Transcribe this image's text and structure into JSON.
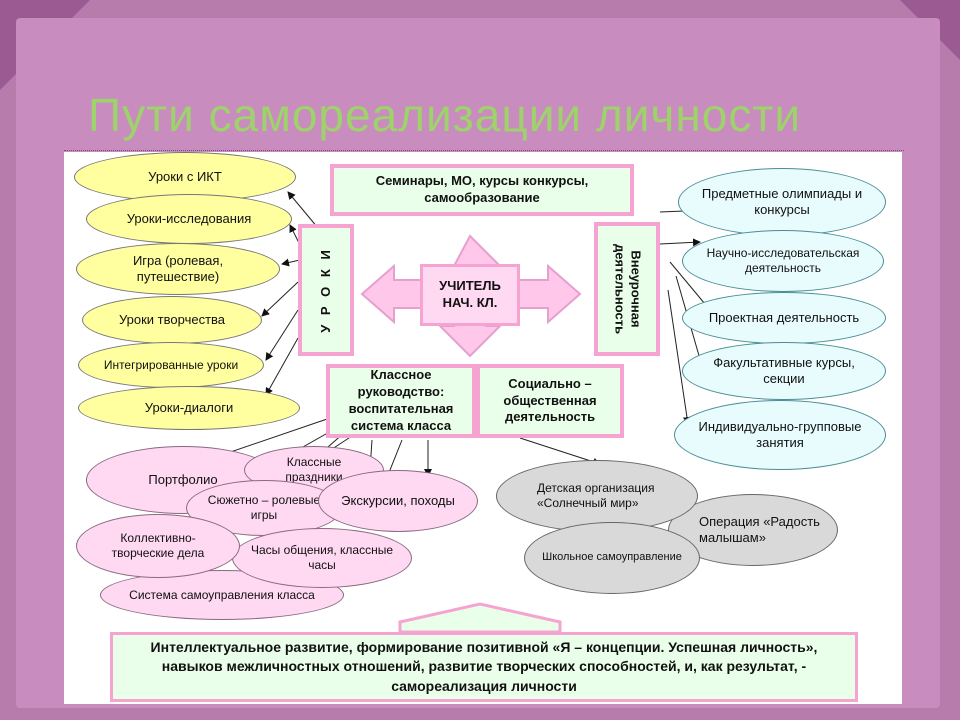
{
  "title": "Пути самореализации личности",
  "center": "УЧИТЕЛЬ НАЧ. КЛ.",
  "top_box": "Семинары, МО, курсы конкурсы, самообразование",
  "left_vertical": "У Р О К И",
  "right_vertical": "Внеурочная деятельность",
  "bottom_left_box": "Классное руководство: воспитательная система класса",
  "bottom_right_box": "Социально – общественная деятельность",
  "lessons": [
    "Уроки с ИКТ",
    "Уроки-исследования",
    "Игра (ролевая, путешествие)",
    "Уроки творчества",
    "Интегрированные уроки",
    "Уроки-диалоги"
  ],
  "extracurricular": [
    "Предметные олимпиады и конкурсы",
    "Научно-исследовательская деятельность",
    "Проектная деятельность",
    "Факультативные курсы, секции",
    "Индивидуально-групповые занятия"
  ],
  "classroom": [
    "Портфолио",
    "Классные праздники",
    "Сюжетно – ролевые игры",
    "Экскурсии, походы",
    "Коллективно-творческие дела",
    "Часы общения, классные часы",
    "Система самоуправления класса"
  ],
  "social": [
    "Детская организация «Солнечный мир»",
    "Операция «Радость малышам»",
    "Школьное самоуправление"
  ],
  "result": "Интеллектуальное развитие, формирование позитивной «Я – концепции. Успешная личность», навыков межличностных отношений, развитие творческих способностей, и, как результат, - самореализация личности",
  "colors": {
    "title": "#9ed26a",
    "border_pink": "#f5a4d2",
    "box_fill": "#eaffea",
    "arrow_fill": "#ffc8ea"
  }
}
